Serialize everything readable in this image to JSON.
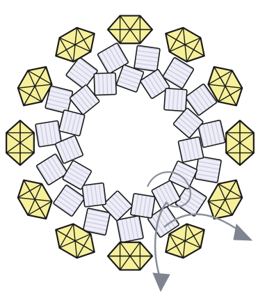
{
  "diagram": {
    "kind": "beadwork ring illustration",
    "yellow_bead_count": 12,
    "cube_bead_count": 30,
    "colors": {
      "background": "#ffffff",
      "bead_yellow": "#f6f09a",
      "bead_cube": "#eeeef8",
      "cube_stripes": "#c6c6dc",
      "outline": "#1a1a1a",
      "thread": "#8a8f99",
      "thread_arrow": "#7f8590"
    },
    "arrows": 2
  }
}
